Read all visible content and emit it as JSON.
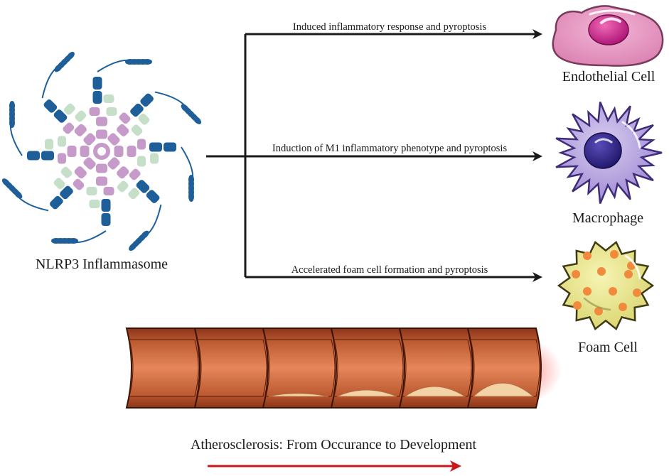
{
  "inflammasome": {
    "label": "NLRP3 Inflammasome"
  },
  "pathways": [
    {
      "label": "Induced inflammatory response and pyroptosis",
      "target": "Endothelial Cell"
    },
    {
      "label": "Induction of M1 inflammatory phenotype and pyroptosis",
      "target": "Macrophage"
    },
    {
      "label": "Accelerated foam cell formation and pyroptosis",
      "target": "Foam Cell"
    }
  ],
  "cells": {
    "endothelial": "Endothelial Cell",
    "macrophage": "Macrophage",
    "foam": "Foam Cell"
  },
  "atherosclerosis": {
    "caption": "Atherosclerosis: From Occurance to Development",
    "arrow_color": "#c8171d"
  },
  "colors": {
    "nlrp3_blue": "#1f5f99",
    "asc_purple": "#c79bc9",
    "caspase_green": "#c6dfc9",
    "arrow": "#1a1a1a",
    "endothelial": "#e79bc3",
    "macrophage": "#b9a7df",
    "foam": "#ecea8a",
    "lipid": "#f08a3c",
    "vessel": "#c2562e"
  }
}
